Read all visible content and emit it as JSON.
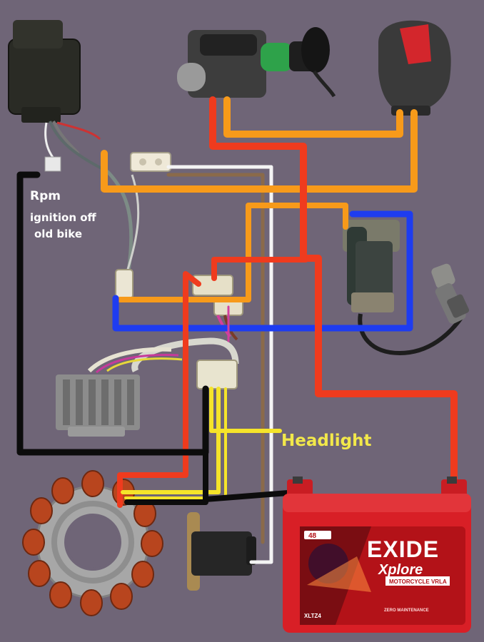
{
  "labels": {
    "rpm": "Rpm",
    "ignition_line1": "ignition off",
    "ignition_line2": "old bike",
    "headlight": "Headlight"
  },
  "battery": {
    "brand": "EXIDE",
    "series": "Xplore",
    "subtitle": "MOTORCYCLE VRLA",
    "capacity_badge": "48",
    "model": "XLTZ4",
    "tagline": "ZERO MAINTENANCE"
  },
  "colors": {
    "background": "#6f6577",
    "wire_red": "#ef3b1e",
    "wire_orange": "#f79a1a",
    "wire_blue": "#1e3cf0",
    "wire_black": "#0c0c0c",
    "wire_yellow": "#f5e42a",
    "wire_white": "#f4f4f4",
    "wire_brown": "#8a6a4a",
    "battery_red": "#d81f26"
  },
  "components": [
    "cdi-unit",
    "ignition-switch",
    "kill-switch",
    "ignition-coil",
    "spark-plug-cap",
    "regulator-rectifier",
    "stator",
    "pulser-coil",
    "battery"
  ]
}
